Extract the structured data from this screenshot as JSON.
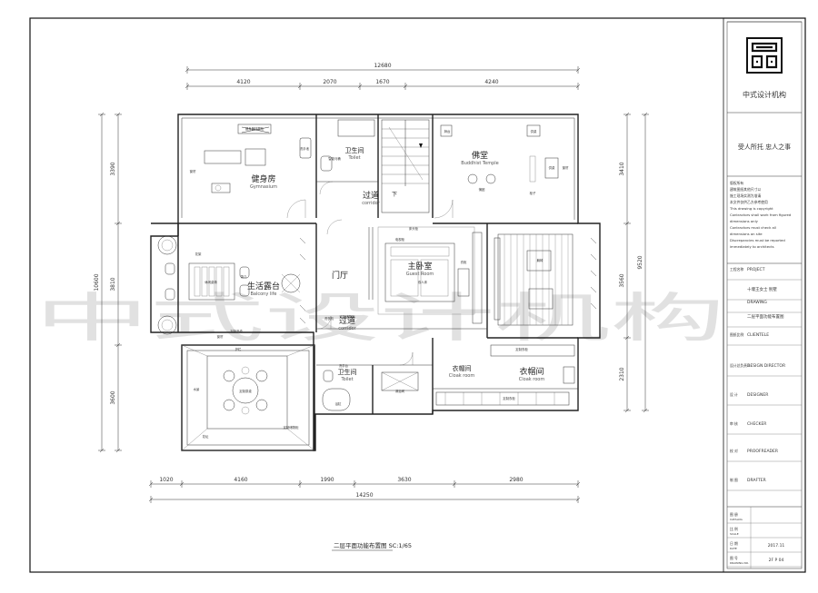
{
  "title_block": {
    "company": "中式设计机构",
    "slogan": "受人所托 忠人之事",
    "notes": [
      "版权所有",
      "建筑图纸其他尺寸以",
      "施工现场实测为准请",
      "本文件仅供乙方参考使用",
      "This drawing is copyright",
      "Contractors shall work from figured",
      "dimensions only",
      "Contractors must check all",
      "dimensions on site",
      "Discrepancies must be reported",
      "immediately to architects"
    ],
    "rows": [
      {
        "label": "工程名称",
        "value": "PROJECT"
      },
      {
        "label": "",
        "value": "十堰王女士  别墅"
      },
      {
        "label": "",
        "value": "DRAWING"
      },
      {
        "label": "",
        "value": "二层平面功能布置图"
      },
      {
        "label": "图纸比例",
        "value": "CLIENTELE"
      },
      {
        "label": "设计总负责人",
        "value": "DESIGN DIRECTOR"
      },
      {
        "label": "设 计",
        "value": "DESIGNER"
      },
      {
        "label": "审 核",
        "value": "CHECKER"
      },
      {
        "label": "校 对",
        "value": "PROOFREADER"
      },
      {
        "label": "制 图",
        "value": "DRAFTER"
      }
    ],
    "bottom": [
      {
        "label": "图 册",
        "sub": "CATALOG",
        "value": ""
      },
      {
        "label": "比 例",
        "sub": "SCALE",
        "value": ""
      },
      {
        "label": "日 期",
        "sub": "DATE",
        "value": "2017.11"
      },
      {
        "label": "图 号",
        "sub": "DRAWING NO.",
        "value": "2F P 04"
      }
    ]
  },
  "plan": {
    "caption": "二层平面功能布置图 SC:1/65",
    "watermark": "中式设计机构",
    "top_total": "12680",
    "top_dims": [
      "4120",
      "2070",
      "1670",
      "4240"
    ],
    "bottom_total": "14250",
    "bottom_dims": [
      "1020",
      "4160",
      "1990",
      "3630",
      "2980"
    ],
    "left_dims": [
      "3390",
      "3810",
      "3600"
    ],
    "right_dims": [
      "3410",
      "3560",
      "2310"
    ],
    "right_total": "9520",
    "left_total": "10600",
    "rooms": [
      {
        "cn": "健身房",
        "en": "Gymnasium"
      },
      {
        "cn": "卫生间",
        "en": "Toilet"
      },
      {
        "cn": "过道",
        "en": "corridor"
      },
      {
        "cn": "佛堂",
        "en": "Buddhist Temple"
      },
      {
        "cn": "门厅",
        "en": ""
      },
      {
        "cn": "主卧室",
        "en": "Guest Room"
      },
      {
        "cn": "生活露台",
        "en": "Balcony life"
      },
      {
        "cn": "过道",
        "en": "corridor"
      },
      {
        "cn": "卫生间",
        "en": "Toilet"
      },
      {
        "cn": "衣帽间",
        "en": "Cloak room"
      },
      {
        "cn": "衣帽间",
        "en": "Cloak room"
      },
      {
        "cn": "下",
        "en": ""
      }
    ],
    "small_labels": [
      "健身器材展柜",
      "窗帘",
      "智能马桶",
      "洗手池",
      "拜台",
      "供桌",
      "供桌",
      "蒲团",
      "柜子",
      "窗帘",
      "电视柜",
      "床头柜",
      "衣柜",
      "双人床",
      "洗衣机",
      "定制储物柜",
      "躺椅",
      "定制衣柜",
      "定制衣柜",
      "花架",
      "休闲桌椅",
      "茶几",
      "定制书桌",
      "窗帘",
      "洗手台",
      "淋浴间",
      "浴缸",
      "定制茶桌",
      "护栏",
      "水景",
      "花坛",
      "定制储物柜"
    ]
  }
}
